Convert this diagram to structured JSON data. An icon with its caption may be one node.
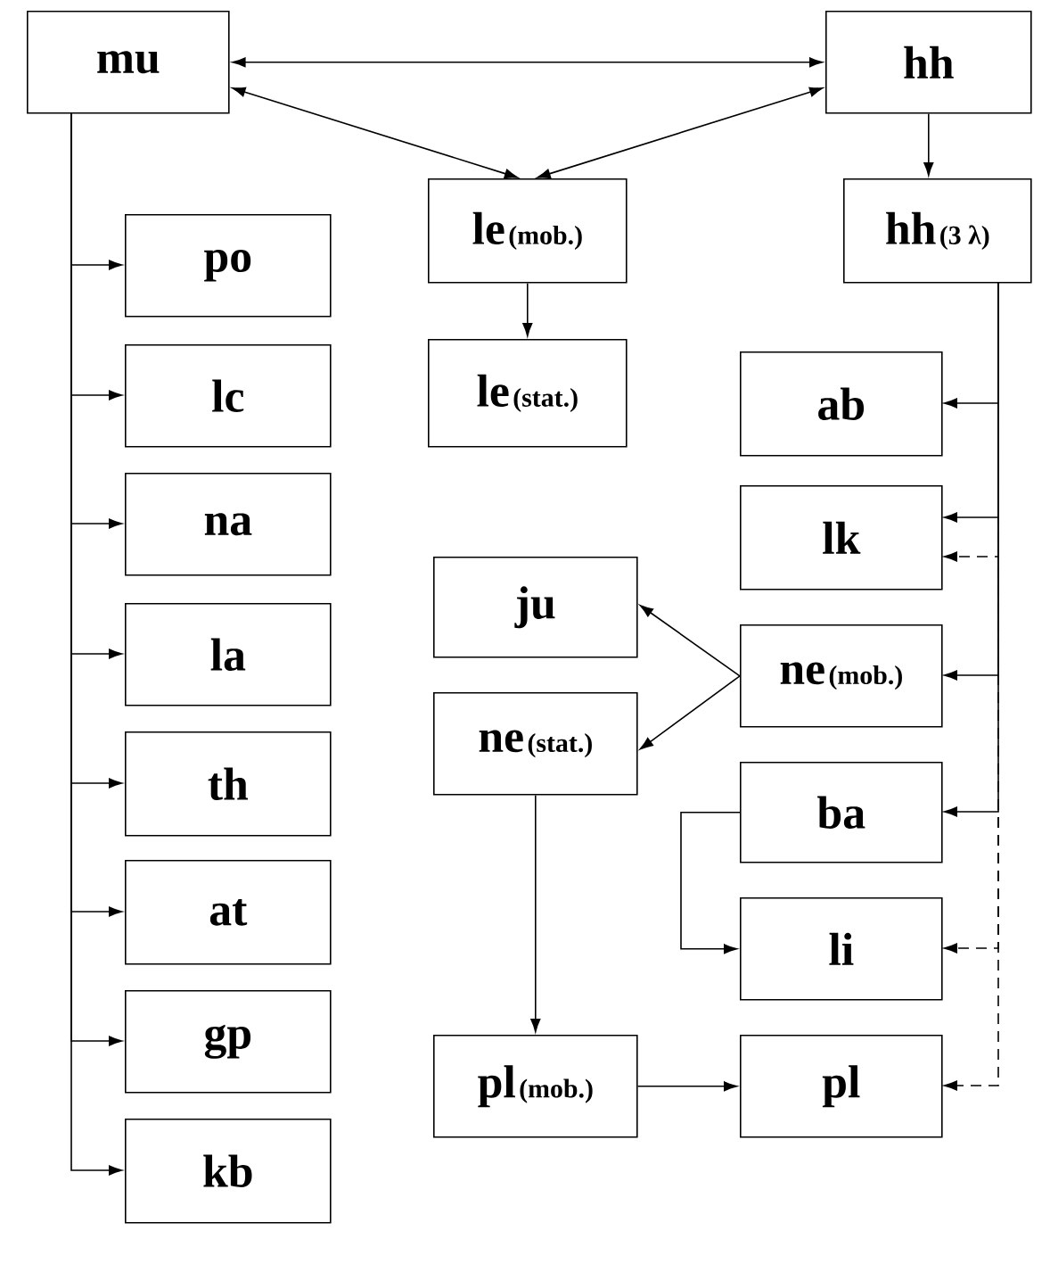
{
  "diagram": {
    "nodes": [
      {
        "text": [
          "mu"
        ]
      },
      {
        "text": [
          "hh"
        ]
      },
      {
        "text": [
          "le",
          "(mob.)"
        ]
      },
      {
        "text": [
          "hh",
          "(3 λ)"
        ]
      },
      {
        "text": [
          "po"
        ]
      },
      {
        "text": [
          "le",
          "(stat.)"
        ]
      },
      {
        "text": [
          "ab"
        ]
      },
      {
        "text": [
          "lc"
        ]
      },
      {
        "text": [
          "lk"
        ]
      },
      {
        "text": [
          "na"
        ]
      },
      {
        "text": [
          "ju"
        ]
      },
      {
        "text": [
          "ne",
          "(mob.)"
        ]
      },
      {
        "text": [
          "la"
        ]
      },
      {
        "text": [
          "ne",
          "(stat.)"
        ]
      },
      {
        "text": [
          "th"
        ]
      },
      {
        "text": [
          "ba"
        ]
      },
      {
        "text": [
          "at"
        ]
      },
      {
        "text": [
          "li"
        ]
      },
      {
        "text": [
          "gp"
        ]
      },
      {
        "text": [
          "pl",
          "(mob.)"
        ]
      },
      {
        "text": [
          "pl"
        ]
      },
      {
        "text": [
          "kb"
        ]
      }
    ],
    "edges": [
      {
        "from": 0,
        "to": 1,
        "arrow": "both"
      },
      {
        "from": 0,
        "to": 2,
        "arrow": "both"
      },
      {
        "from": 1,
        "to": 2,
        "arrow": "both"
      },
      {
        "from": 1,
        "to": 3,
        "arrow": "to"
      },
      {
        "from": 2,
        "to": 5,
        "arrow": "to"
      },
      {
        "from": 0,
        "to": 4,
        "arrow": "to"
      },
      {
        "from": 0,
        "to": 7,
        "arrow": "to"
      },
      {
        "from": 0,
        "to": 9,
        "arrow": "to"
      },
      {
        "from": 0,
        "to": 12,
        "arrow": "to"
      },
      {
        "from": 0,
        "to": 14,
        "arrow": "to"
      },
      {
        "from": 0,
        "to": 16,
        "arrow": "to"
      },
      {
        "from": 0,
        "to": 18,
        "arrow": "to"
      },
      {
        "from": 0,
        "to": 21,
        "arrow": "to"
      },
      {
        "from": 3,
        "to": 6,
        "arrow": "to"
      },
      {
        "from": 3,
        "to": 8,
        "arrow": "to"
      },
      {
        "from": 3,
        "to": 8,
        "arrow": "to",
        "style": "dashed"
      },
      {
        "from": 3,
        "to": 11,
        "arrow": "to"
      },
      {
        "from": 3,
        "to": 15,
        "arrow": "to"
      },
      {
        "from": 3,
        "to": 17,
        "arrow": "to",
        "style": "dashed"
      },
      {
        "from": 3,
        "to": 20,
        "arrow": "to",
        "style": "dashed"
      },
      {
        "from": 11,
        "to": 10,
        "arrow": "to"
      },
      {
        "from": 11,
        "to": 13,
        "arrow": "to"
      },
      {
        "from": 15,
        "to": 17,
        "arrow": "to"
      },
      {
        "from": 13,
        "to": 19,
        "arrow": "to"
      },
      {
        "from": 19,
        "to": 20,
        "arrow": "to"
      }
    ]
  }
}
